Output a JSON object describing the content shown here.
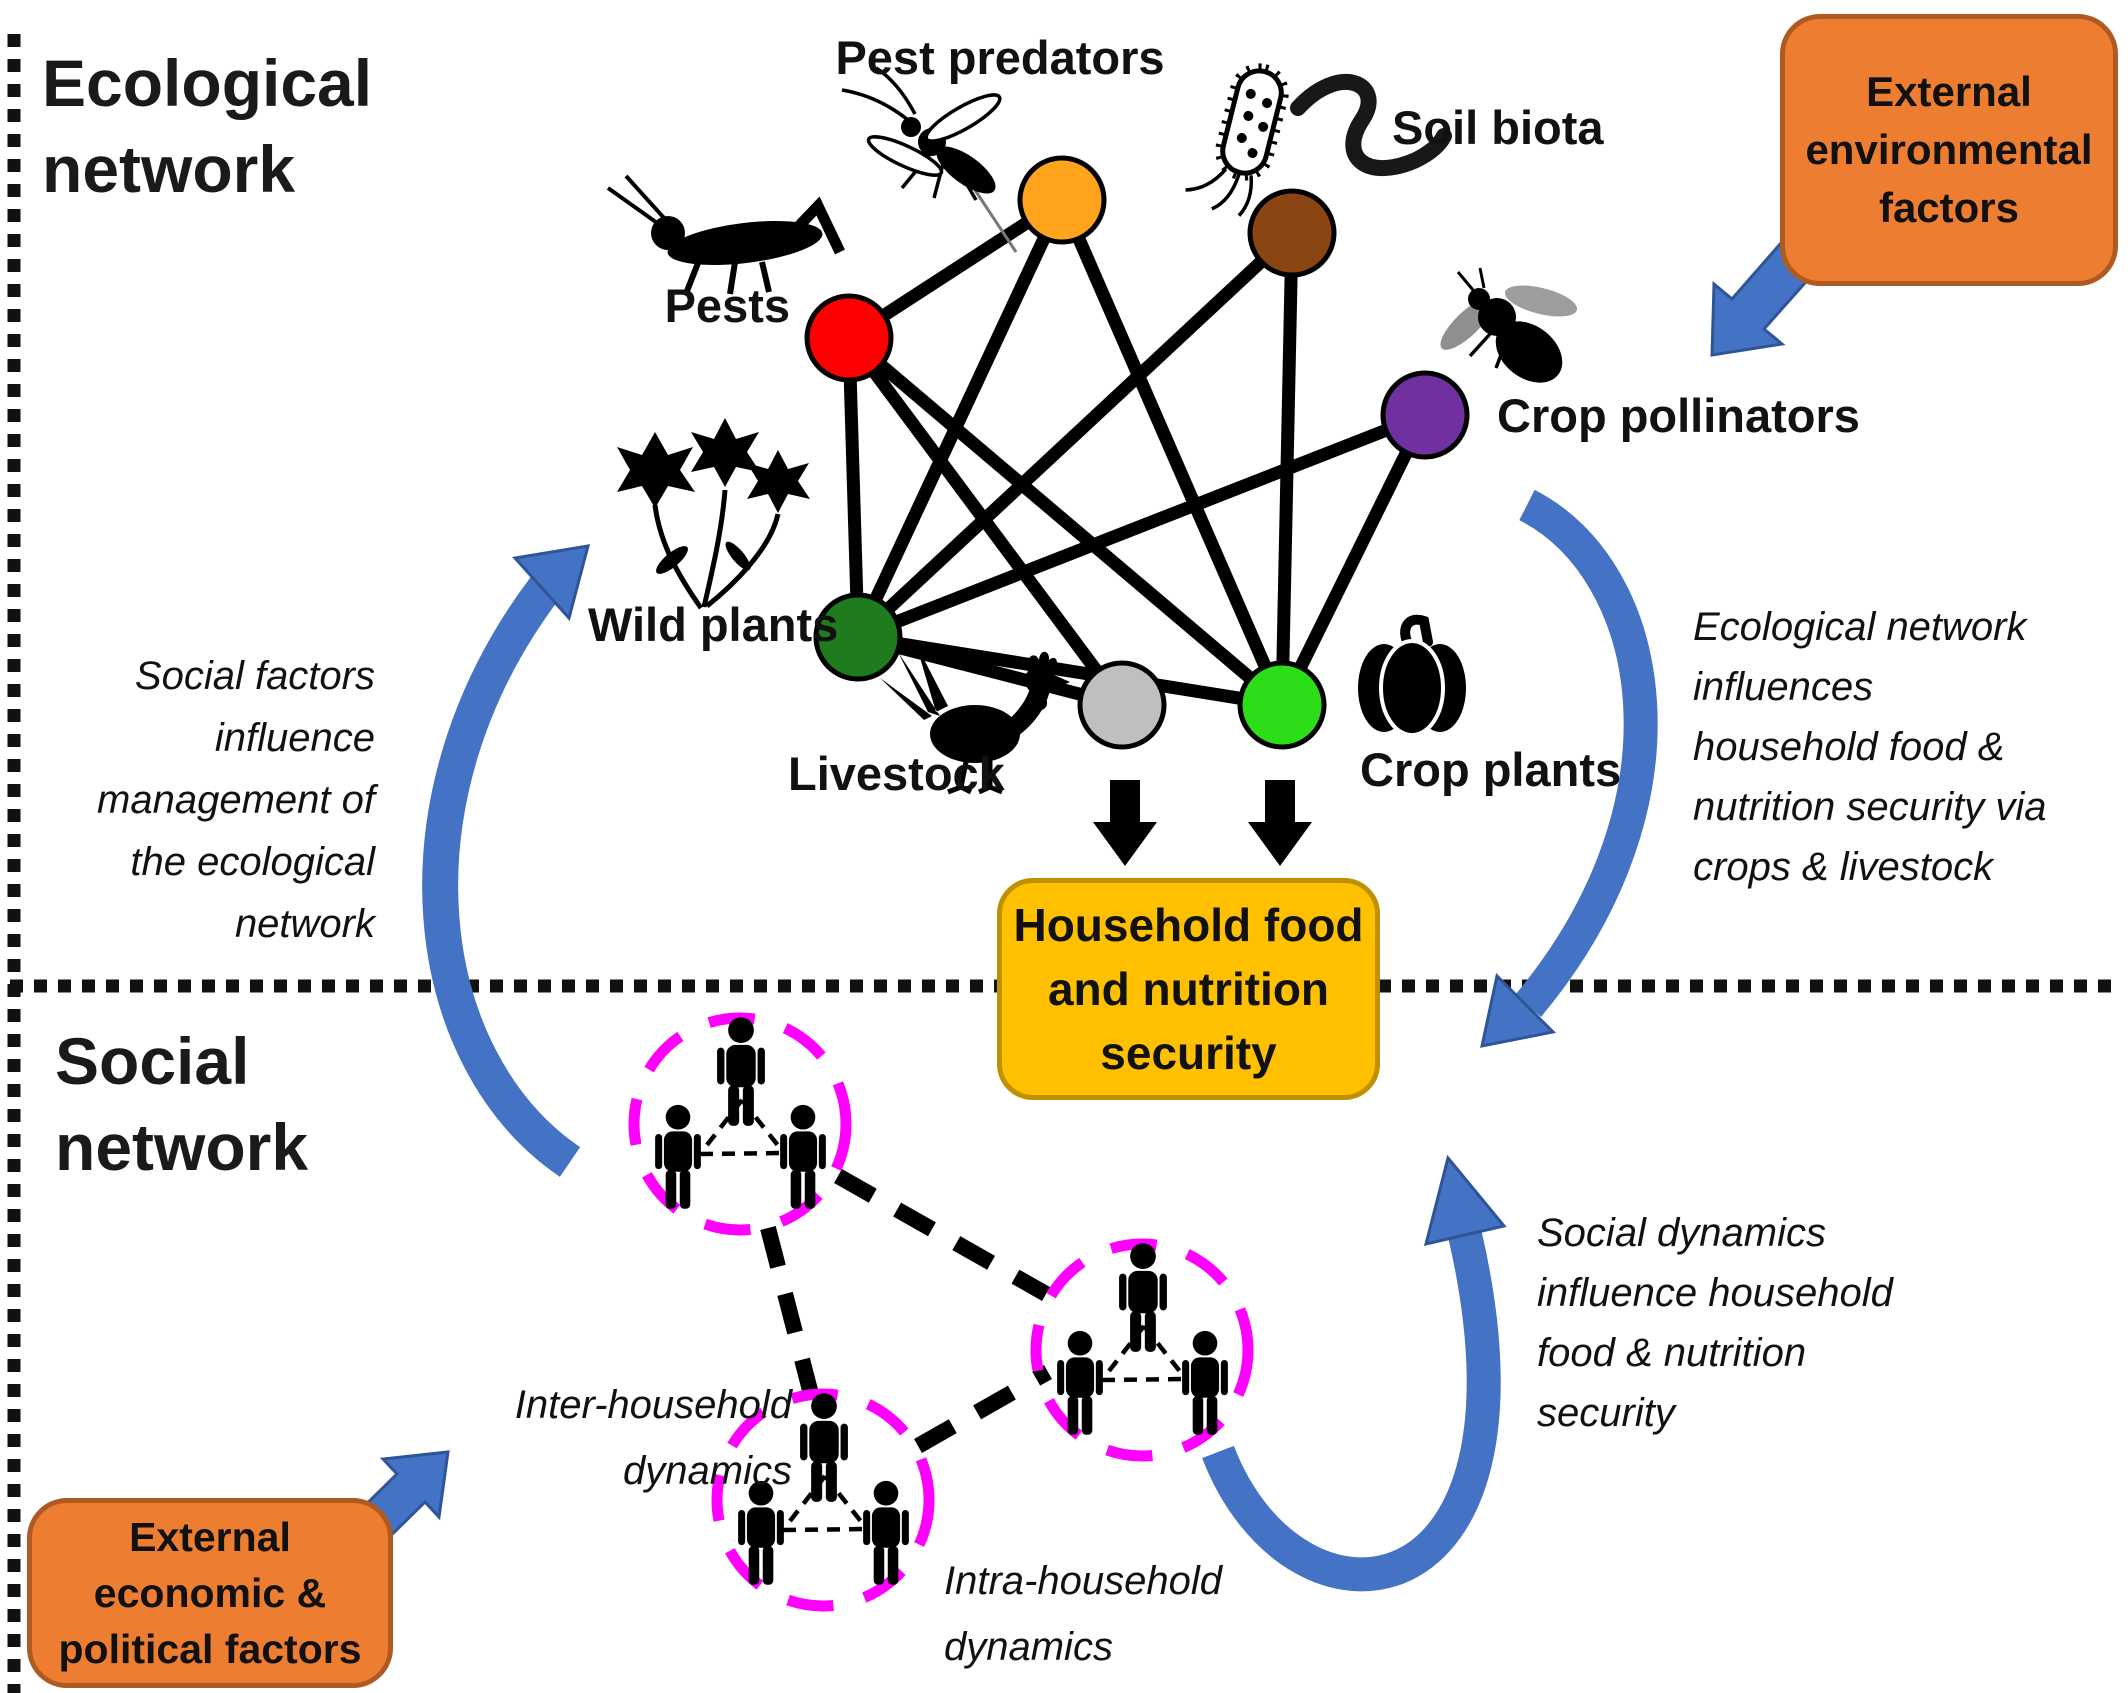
{
  "titles": {
    "ecological": "Ecological\nnetwork",
    "social": "Social\nnetwork"
  },
  "external_boxes": {
    "environmental": "External\nenvironmental\nfactors",
    "economic": "External\neconomic &\npolitical factors"
  },
  "household_box": "Household food\nand nutrition\nsecurity",
  "annotations": {
    "social_factors": "Social factors\ninfluence\nmanagement of\nthe ecological\nnetwork",
    "ecological_influences": "Ecological network\ninfluences\nhousehold food &\nnutrition security via\ncrops & livestock",
    "social_dynamics": "Social dynamics\ninfluence household\nfood & nutrition\nsecurity",
    "inter_household": "Inter-household\ndynamics",
    "intra_household": "Intra-household\ndynamics"
  },
  "ecological_network": {
    "nodes": [
      {
        "id": "pests",
        "label": "Pests",
        "color": "#FF0000",
        "icon": "grasshopper-icon"
      },
      {
        "id": "pest_predators",
        "label": "Pest predators",
        "color": "#FFA41C",
        "icon": "wasp-icon"
      },
      {
        "id": "soil_biota",
        "label": "Soil biota",
        "color": "#8B4513",
        "icon": "microbe-worm-icon"
      },
      {
        "id": "crop_pollinators",
        "label": "Crop pollinators",
        "color": "#7030A0",
        "icon": "bee-icon"
      },
      {
        "id": "wild_plants",
        "label": "Wild plants",
        "color": "#1E7B1E",
        "icon": "wildflower-icon"
      },
      {
        "id": "livestock",
        "label": "Livestock",
        "color": "#BFBFBF",
        "icon": "chicken-icon"
      },
      {
        "id": "crop_plants",
        "label": "Crop plants",
        "color": "#2BDE17",
        "icon": "pumpkin-icon"
      }
    ],
    "edges": [
      [
        "pests",
        "pest_predators"
      ],
      [
        "pests",
        "wild_plants"
      ],
      [
        "pests",
        "livestock"
      ],
      [
        "pests",
        "crop_plants"
      ],
      [
        "pest_predators",
        "wild_plants"
      ],
      [
        "pest_predators",
        "crop_plants"
      ],
      [
        "soil_biota",
        "wild_plants"
      ],
      [
        "soil_biota",
        "crop_plants"
      ],
      [
        "wild_plants",
        "livestock"
      ],
      [
        "wild_plants",
        "crop_plants"
      ],
      [
        "wild_plants",
        "crop_pollinators"
      ],
      [
        "crop_pollinators",
        "crop_plants"
      ]
    ]
  },
  "social_network": {
    "households": 3,
    "persons_per_household": 3
  },
  "colors": {
    "arrow_blue": "#4472C4",
    "arrow_blue_border": "#2F5597",
    "box_orange": "#ED7D31",
    "box_orange_border": "#AE5A21",
    "box_yellow": "#FFC000",
    "box_yellow_border": "#BF9000",
    "household_circle_magenta": "#FF00FF",
    "edge_black": "#000000"
  }
}
